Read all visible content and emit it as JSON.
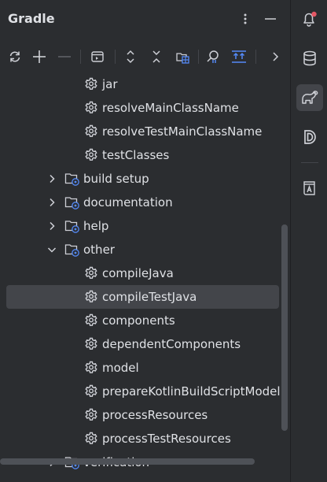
{
  "panel": {
    "title": "Gradle"
  },
  "header": {
    "icons": [
      "more-vertical-icon",
      "minimize-icon"
    ]
  },
  "toolbar": {
    "icons": [
      "reload-icon",
      "add-icon",
      "remove-icon",
      "run-configuration-icon",
      "expand-all-icon",
      "collapse-all-icon",
      "analyze-dependencies-icon",
      "toggle-offline-mode-icon",
      "show-source-sets-icon",
      "more-actions-chevron-icon"
    ]
  },
  "tree": {
    "items": [
      {
        "label": "jar",
        "type": "task"
      },
      {
        "label": "resolveMainClassName",
        "type": "task"
      },
      {
        "label": "resolveTestMainClassName",
        "type": "task"
      },
      {
        "label": "testClasses",
        "type": "task"
      },
      {
        "label": "build setup",
        "type": "group",
        "expanded": false
      },
      {
        "label": "documentation",
        "type": "group",
        "expanded": false
      },
      {
        "label": "help",
        "type": "group",
        "expanded": false
      },
      {
        "label": "other",
        "type": "group",
        "expanded": true
      },
      {
        "label": "compileJava",
        "type": "task"
      },
      {
        "label": "compileTestJava",
        "type": "task",
        "selected": true
      },
      {
        "label": "components",
        "type": "task"
      },
      {
        "label": "dependentComponents",
        "type": "task"
      },
      {
        "label": "model",
        "type": "task"
      },
      {
        "label": "prepareKotlinBuildScriptModel",
        "type": "task"
      },
      {
        "label": "processResources",
        "type": "task"
      },
      {
        "label": "processTestResources",
        "type": "task"
      },
      {
        "label": "verification",
        "type": "group",
        "expanded": false
      }
    ]
  },
  "right_rail": {
    "icons": [
      "notifications-icon",
      "database-icon",
      "gradle-elephant-icon",
      "d-plugin-icon",
      "a-book-icon"
    ],
    "active": "gradle-elephant-icon"
  },
  "colors": {
    "background": "#2b2d30",
    "text": "#dfe1e5",
    "icon": "#ced0d6",
    "selection": "#43454a",
    "accent_blue": "#548af7",
    "scrollbar": "#4e5157"
  }
}
